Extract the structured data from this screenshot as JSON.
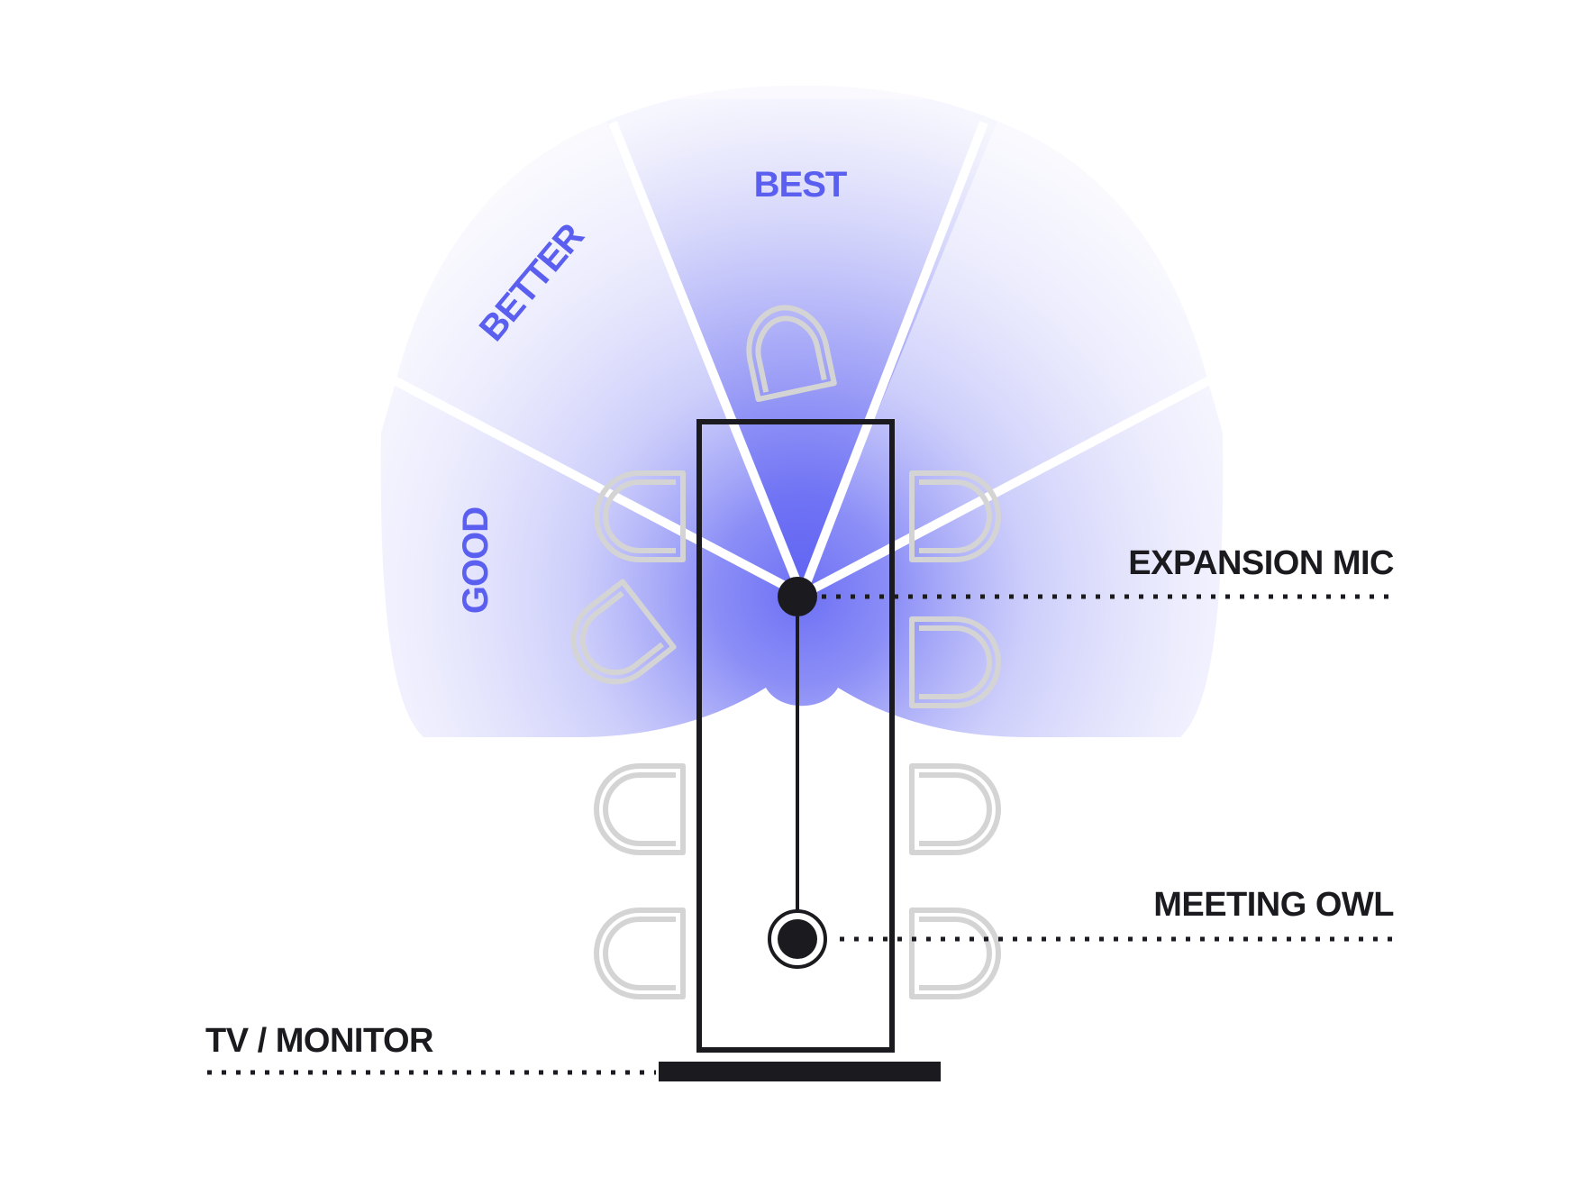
{
  "colors": {
    "zone_accent": "#5b5ff0",
    "zone_fill": "#6d70f4",
    "line": "#1b1b1f",
    "chair": "#d4d4d4",
    "background": "#ffffff"
  },
  "zones": {
    "best": "BEST",
    "better": "BETTER",
    "good": "GOOD"
  },
  "callouts": {
    "expansion_mic": "EXPANSION MIC",
    "meeting_owl": "MEETING OWL",
    "tv_monitor": "TV / MONITOR"
  },
  "icons": {
    "expansion_mic": "solid-dot-icon",
    "meeting_owl": "ringed-dot-icon",
    "chair": "chair-icon"
  }
}
